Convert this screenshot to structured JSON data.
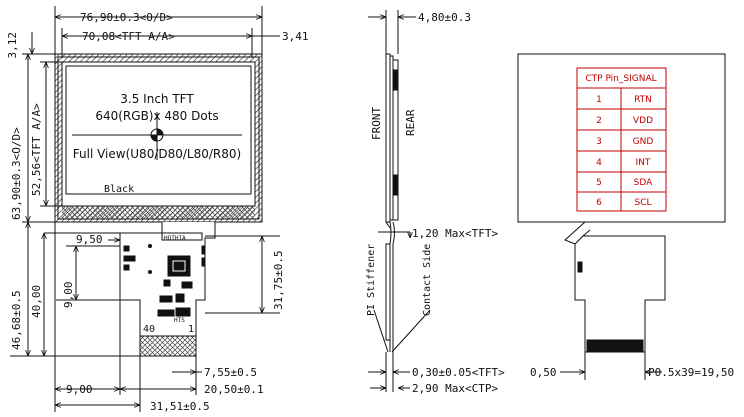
{
  "front_view": {
    "dim_outline_width": "76,90±0.3<O/D>",
    "dim_aa_width": "70,08<TFT A/A>",
    "dim_right_border": "3,41",
    "dim_top_border": "3,12",
    "dim_outline_height": "63,90±0.3<O/D>",
    "dim_aa_height": "52,56<TFT A/A>",
    "title_line1": "3.5 Inch TFT",
    "title_line2": "640(RGB)x 480 Dots",
    "title_line3": "Full View(U80/D80/L80/R80)",
    "frame_color_label": "Black",
    "dim_fpc_left": "9,50",
    "dim_fpc_total": "46,68±0.5",
    "dim_fpc_lower": "40,00",
    "dim_fpc_inner": "9,00",
    "dim_fpc_right_height": "31,75±0.5",
    "dim_tail_width": "7,55±0.5",
    "dim_tail_offset": "9,00",
    "dim_fpc_width": "20,50±0.1",
    "dim_fpc_center": "31,51±0.5",
    "pin_label_1": "1",
    "pin_label_40": "40",
    "chip_label_1": "HOTHIA",
    "chip_label_2": "HTS"
  },
  "side_view": {
    "dim_thickness": "4,80±0.3",
    "label_front": "FRONT",
    "label_rear": "REAR",
    "dim_tft_fpc": "1,20 Max<TFT>",
    "label_stiffener": "PI Stiffener",
    "label_contact": "Contact Side",
    "dim_fpc_thickness": "0,30±0.05<TFT>",
    "dim_ctp_thickness": "2,90 Max<CTP>"
  },
  "rear_view": {
    "table_header": "CTP Pin_SIGNAL",
    "pins": [
      {
        "num": "1",
        "signal": "RTN"
      },
      {
        "num": "2",
        "signal": "VDD"
      },
      {
        "num": "3",
        "signal": "GND"
      },
      {
        "num": "4",
        "signal": "INT"
      },
      {
        "num": "5",
        "signal": "SDA"
      },
      {
        "num": "6",
        "signal": "SCL"
      }
    ],
    "dim_pitch": "0,50",
    "dim_pin_span": "P0.5x39=19,50"
  }
}
